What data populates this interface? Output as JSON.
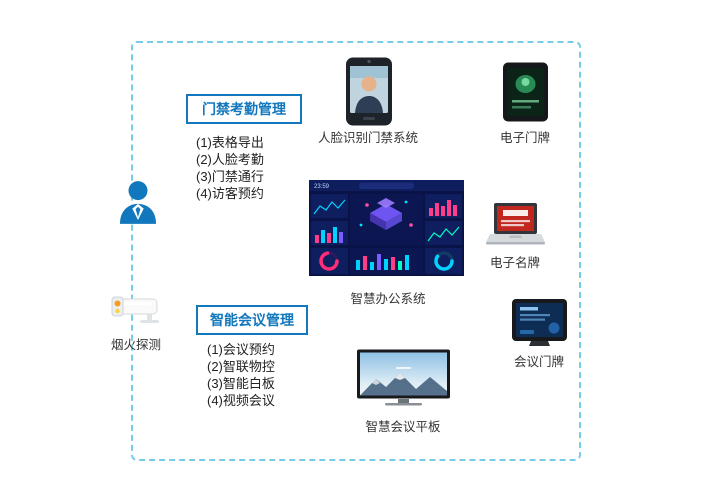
{
  "access_management": {
    "title": "门禁考勤管理",
    "items": [
      "(1)表格导出",
      "(2)人脸考勤",
      "(3)门禁通行",
      "(4)访客预约"
    ]
  },
  "meeting_management": {
    "title": "智能会议管理",
    "items": [
      "(1)会议预约",
      "(2)智联物控",
      "(3)智能白板",
      "(4)视频会议"
    ]
  },
  "captions": {
    "face_device": "人脸识别门禁系统",
    "door_plate": "电子门牌",
    "dashboard": "智慧办公系统",
    "name_plate": "电子名牌",
    "meeting_plate": "会议门牌",
    "smoke_camera": "烟火探测",
    "meeting_panel": "智慧会议平板"
  },
  "dashboard_screen": {
    "time": "23:59"
  },
  "icons": {
    "user": "user-icon",
    "face_terminal": "face-recognition-device-icon",
    "door_plate": "door-plate-device-icon",
    "name_plate": "laptop-name-plate-icon",
    "meeting_plate": "meeting-plate-device-icon",
    "smoke_camera": "smoke-camera-icon",
    "meeting_panel": "meeting-panel-tv-icon"
  },
  "colors": {
    "accent_blue": "#1277bd",
    "frame_dashed": "#76cde9",
    "dashboard_bg": "#0a1347",
    "chart_pink": "#ff2d78",
    "chart_cyan": "#00d2ff"
  }
}
